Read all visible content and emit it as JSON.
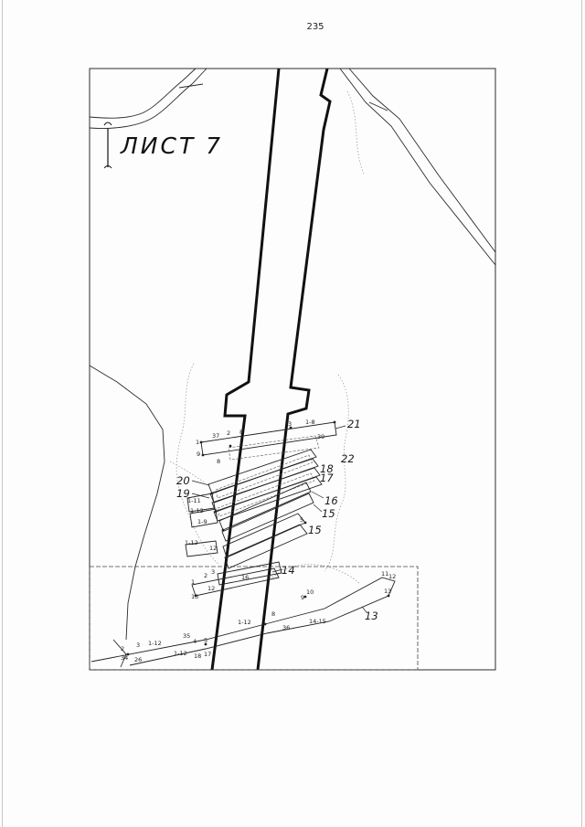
{
  "page": {
    "number": "235"
  },
  "map": {
    "sheet_title": "ЛИСТ 7",
    "parcels": [
      "21",
      "22",
      "18",
      "17",
      "16",
      "15",
      "15",
      "14",
      "13",
      "20",
      "19"
    ],
    "points": [
      "1-8",
      "39",
      "37",
      "2",
      "8",
      "3",
      "1",
      "9",
      "8",
      "1-11",
      "1-12",
      "1-9",
      "1-12",
      "12",
      "1",
      "2",
      "3",
      "13",
      "12",
      "10",
      "9",
      "11",
      "12",
      "13",
      "1-12",
      "8",
      "36",
      "14-15",
      "35",
      "4",
      "5",
      "1-12",
      "18",
      "17",
      "2",
      "3",
      "1-12",
      "34",
      "26",
      "5",
      "16"
    ]
  },
  "colors": {
    "ink": "#1a1a1a",
    "faint": "#a0a0a0"
  }
}
